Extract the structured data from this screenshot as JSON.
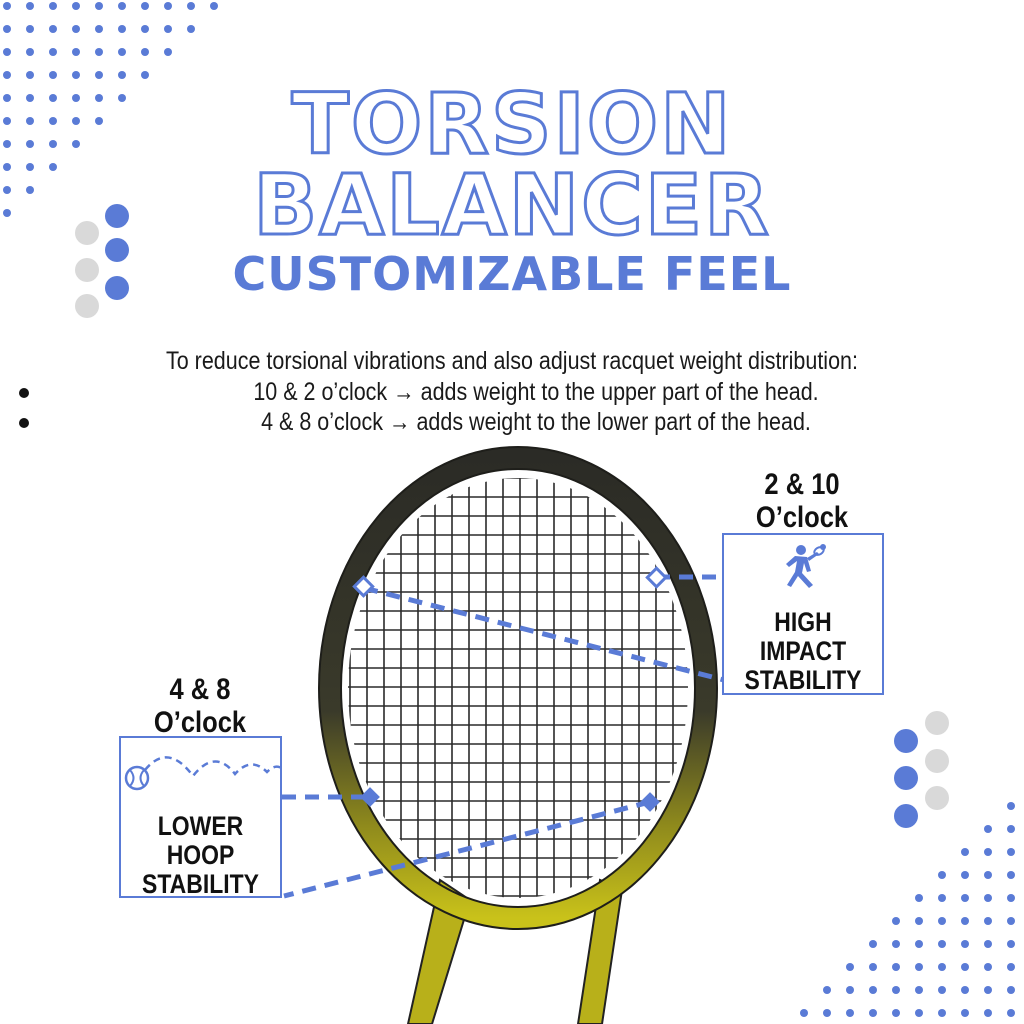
{
  "title": {
    "line1": "TORSION",
    "line2": "BALANCER",
    "subtitle": "CUSTOMIZABLE FEEL"
  },
  "intro": {
    "lead": "To reduce torsional vibrations and also adjust racquet weight distribution:",
    "bullets": [
      "10 & 2 o’clock → adds weight to the upper part of the head.",
      "4 & 8 o’clock → adds weight to the lower part of the head."
    ]
  },
  "callouts": {
    "upper": {
      "clock_line1": "2 & 10",
      "clock_line2": "O’clock",
      "lines": [
        "HIGH",
        "IMPACT",
        "STABILITY"
      ],
      "icon": "tennis-player-icon"
    },
    "lower": {
      "clock_line1": "4 & 8",
      "clock_line2": "O’clock",
      "lines": [
        "LOWER",
        "HOOP",
        "STABILITY"
      ],
      "icon": "bouncing-ball-icon"
    }
  },
  "colors": {
    "accent": "#5a7bd6",
    "gray": "#d9d9d9",
    "frame_dark": "#2b2b26",
    "frame_yellow": "#c9c21a"
  }
}
